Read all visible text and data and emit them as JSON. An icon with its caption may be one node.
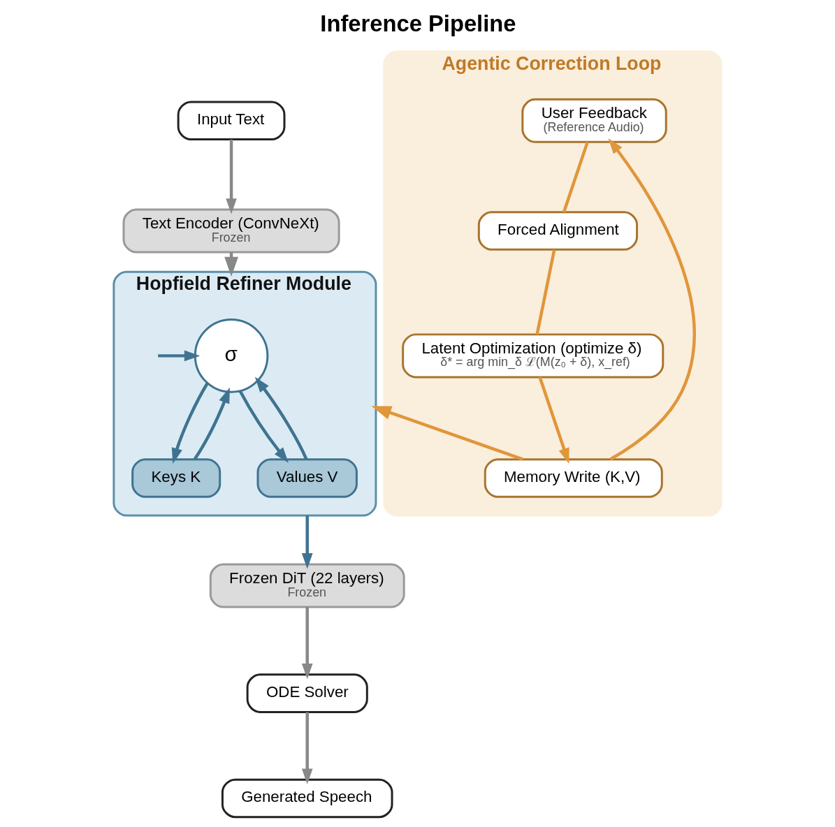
{
  "diagram": {
    "title": "Inference Pipeline",
    "nodes": [
      {
        "text": [
          "Input Text"
        ]
      },
      {
        "text": [
          "Text Encoder (ConvNeXt)",
          "Frozen"
        ]
      },
      {
        "text": [
          "Hopfield Refiner Module"
        ]
      },
      {
        "text": [
          "σ"
        ],
        "in": 2
      },
      {
        "text": [
          "Keys K"
        ],
        "in": 2
      },
      {
        "text": [
          "Values V"
        ],
        "in": 2
      },
      {
        "text": [
          "Frozen DiT (22 layers)",
          "Frozen"
        ]
      },
      {
        "text": [
          "ODE Solver"
        ]
      },
      {
        "text": [
          "Generated Speech"
        ]
      },
      {
        "text": [
          "Agentic Correction Loop"
        ]
      },
      {
        "text": [
          "User Feedback",
          "(Reference Audio)"
        ],
        "in": 9
      },
      {
        "text": [
          "Forced Alignment"
        ],
        "in": 9
      },
      {
        "text": [
          "Latent Optimization (optimize δ)",
          "δ* = arg min_δ ℒ(M(z₀ + δ), x_ref)"
        ],
        "in": 9
      },
      {
        "text": [
          "Memory Write (K,V)"
        ],
        "in": 9
      }
    ],
    "edges": [
      {
        "from": 0,
        "to": 1,
        "arrow": "to"
      },
      {
        "from": 1,
        "to": 2,
        "arrow": "to"
      },
      {
        "from": null,
        "to": 3,
        "arrow": "to",
        "color": "#3f7391"
      },
      {
        "from": 3,
        "to": 4,
        "arrow": "to",
        "color": "#3f7391"
      },
      {
        "from": 3,
        "to": 5,
        "arrow": "to",
        "color": "#3f7391"
      },
      {
        "from": 4,
        "to": 3,
        "arrow": "to",
        "color": "#3f7391"
      },
      {
        "from": 5,
        "to": 3,
        "arrow": "to",
        "color": "#3f7391"
      },
      {
        "from": 2,
        "to": 6,
        "arrow": "to",
        "color": "#3f7391"
      },
      {
        "from": 6,
        "to": 7,
        "arrow": "to"
      },
      {
        "from": 7,
        "to": 8,
        "arrow": "to"
      },
      {
        "from": 10,
        "to": 11,
        "arrow": "none",
        "color": "#e0963a"
      },
      {
        "from": 11,
        "to": 12,
        "arrow": "none",
        "color": "#e0963a"
      },
      {
        "from": 12,
        "to": 13,
        "arrow": "to",
        "color": "#e0963a"
      },
      {
        "from": 13,
        "to": 10,
        "arrow": "to",
        "color": "#e0963a"
      },
      {
        "from": 13,
        "to": 2,
        "arrow": "to",
        "color": "#e0963a"
      }
    ]
  }
}
